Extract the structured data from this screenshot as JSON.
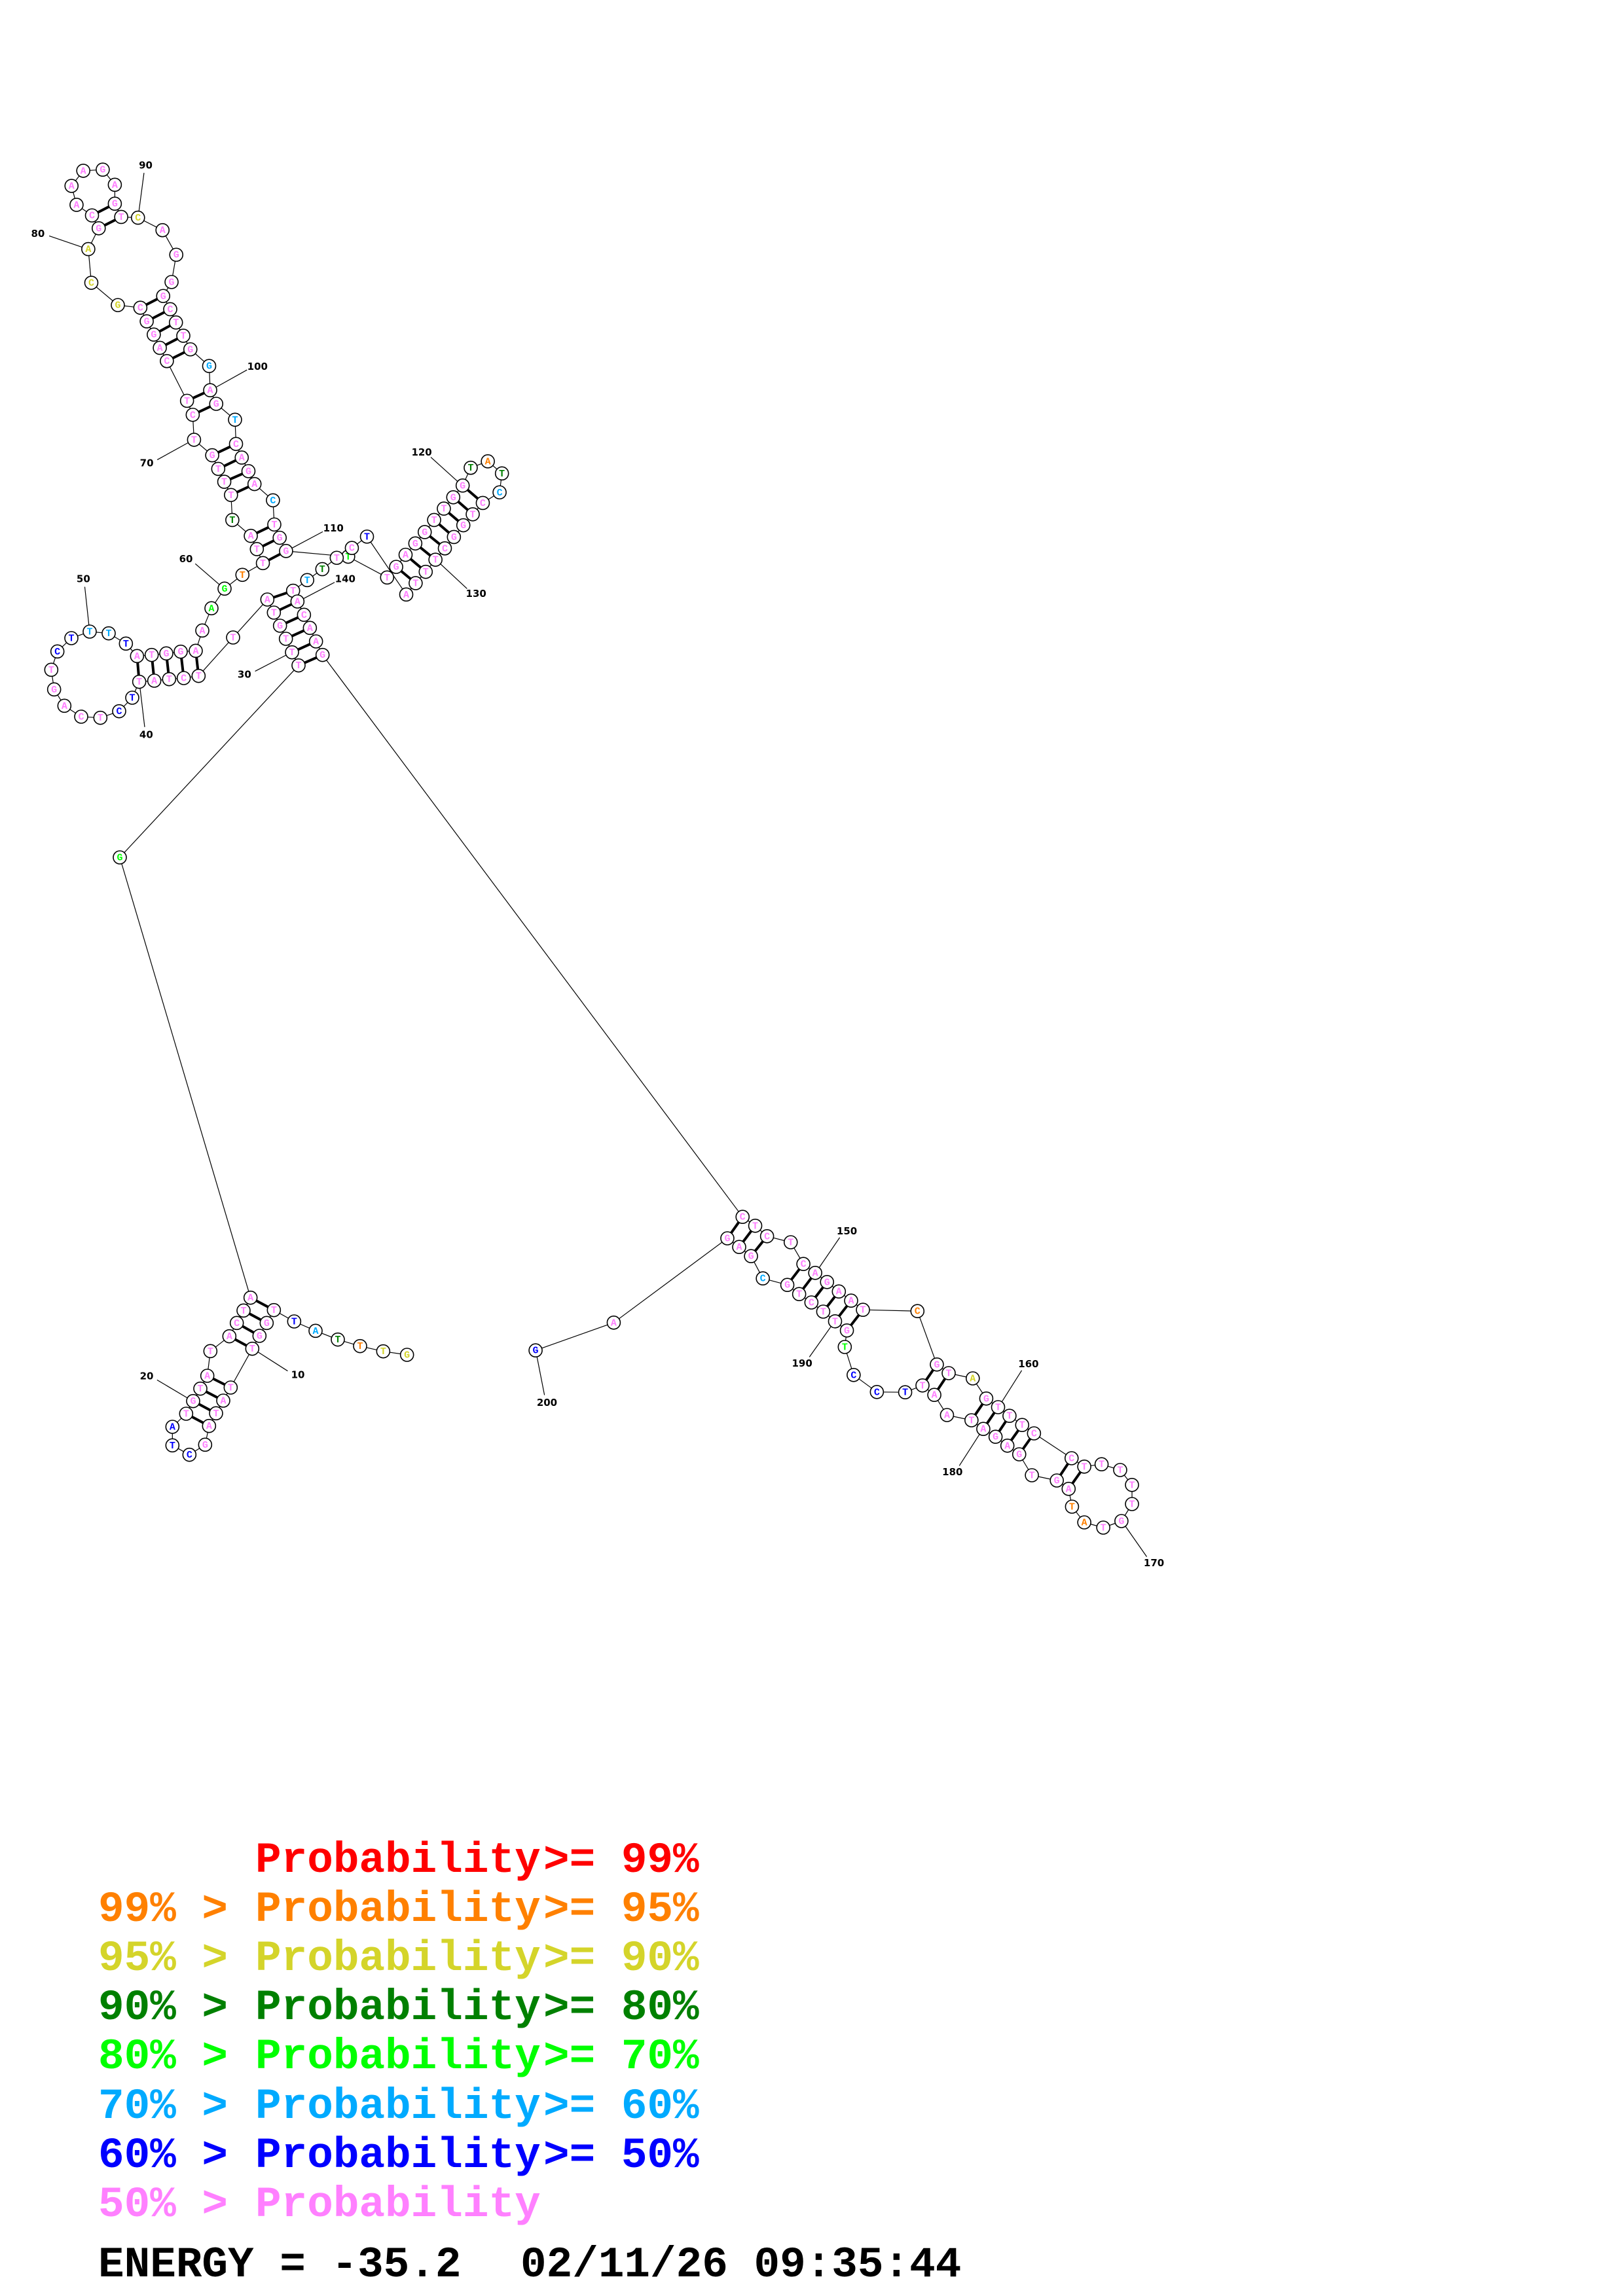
{
  "diagram": {
    "type": "RNA secondary structure",
    "sequence": "GTTTATTGGTTATAGCTATGTATACTAGTTTGTATTCTATTCTCAGTCTTTTATGGAAAGTTTATTTTGTCTCAGGCGCAGCAAAGAGTCAGGGCTTGGAGTCAGACTGGTTGAGGTTGGTATCCTGGCTTTATCTTTTACAAGCTCTCAGAATCGTAGTTTCCTTTTTGTATAGTGAGATAATTCCTGTTCTGCGAGAG",
    "position_labels": [
      10,
      20,
      30,
      40,
      50,
      60,
      70,
      80,
      90,
      100,
      110,
      120,
      130,
      140,
      150,
      160,
      170,
      180,
      190,
      200
    ],
    "pairs": [
      [
        7,
        27
      ],
      [
        8,
        26
      ],
      [
        9,
        25
      ],
      [
        10,
        24
      ],
      [
        11,
        22
      ],
      [
        12,
        21
      ],
      [
        13,
        20
      ],
      [
        14,
        19
      ],
      [
        29,
        144
      ],
      [
        30,
        143
      ],
      [
        31,
        142
      ],
      [
        32,
        141
      ],
      [
        33,
        140
      ],
      [
        34,
        139
      ],
      [
        36,
        57
      ],
      [
        37,
        56
      ],
      [
        38,
        55
      ],
      [
        39,
        54
      ],
      [
        40,
        53
      ],
      [
        62,
        110
      ],
      [
        63,
        109
      ],
      [
        64,
        108
      ],
      [
        66,
        106
      ],
      [
        67,
        105
      ],
      [
        68,
        104
      ],
      [
        69,
        103
      ],
      [
        71,
        101
      ],
      [
        72,
        100
      ],
      [
        73,
        98
      ],
      [
        74,
        97
      ],
      [
        75,
        96
      ],
      [
        76,
        95
      ],
      [
        77,
        94
      ],
      [
        81,
        89
      ],
      [
        82,
        88
      ],
      [
        113,
        132
      ],
      [
        114,
        131
      ],
      [
        115,
        130
      ],
      [
        116,
        129
      ],
      [
        117,
        128
      ],
      [
        118,
        127
      ],
      [
        119,
        126
      ],
      [
        120,
        125
      ],
      [
        145,
        198
      ],
      [
        146,
        197
      ],
      [
        147,
        196
      ],
      [
        149,
        194
      ],
      [
        150,
        193
      ],
      [
        151,
        192
      ],
      [
        152,
        191
      ],
      [
        153,
        190
      ],
      [
        154,
        189
      ],
      [
        156,
        184
      ],
      [
        157,
        183
      ],
      [
        159,
        181
      ],
      [
        160,
        180
      ],
      [
        161,
        179
      ],
      [
        162,
        178
      ],
      [
        163,
        177
      ],
      [
        164,
        175
      ],
      [
        165,
        174
      ]
    ],
    "default_class": "lt50",
    "class_overrides": {
      "1": "90-95",
      "2": "90-95",
      "3": "95-99",
      "4": "80-90",
      "5": "60-70",
      "6": "50-60",
      "16": "50-60",
      "17": "50-60",
      "18": "50-60",
      "28": "70-80",
      "41": "50-60",
      "42": "50-60",
      "48": "50-60",
      "49": "50-60",
      "50": "60-70",
      "51": "60-70",
      "52": "50-60",
      "59": "70-80",
      "60": "70-80",
      "61": "95-99",
      "65": "80-90",
      "78": "90-95",
      "79": "90-95",
      "80": "90-95",
      "90": "90-95",
      "99": "60-70",
      "102": "60-70",
      "107": "60-70",
      "111": "70-80",
      "121": "80-90",
      "122": "95-99",
      "123": "80-90",
      "124": "60-70",
      "134": "50-60",
      "137": "80-90",
      "138": "60-70",
      "155": "95-99",
      "158": "90-95",
      "172": "95-99",
      "173": "95-99",
      "185": "50-60",
      "186": "50-60",
      "187": "50-60",
      "188": "70-80",
      "195": "60-70",
      "200": "50-60"
    }
  },
  "class_colors": {
    "ge99": "#ff0000",
    "95-99": "#ff8000",
    "90-95": "#d4d42a",
    "80-90": "#008000",
    "70-80": "#00ff00",
    "60-70": "#00aaff",
    "50-60": "#0000ff",
    "lt50": "#ff80ff"
  },
  "legend": [
    {
      "class": "ge99",
      "prefix": "",
      "label": "Probability",
      "suffix": ">= 99%"
    },
    {
      "class": "95-99",
      "prefix": "99% >",
      "label": "Probability",
      "suffix": ">= 95%"
    },
    {
      "class": "90-95",
      "prefix": "95% >",
      "label": "Probability",
      "suffix": ">= 90%"
    },
    {
      "class": "80-90",
      "prefix": "90% >",
      "label": "Probability",
      "suffix": ">= 80%"
    },
    {
      "class": "70-80",
      "prefix": "80% >",
      "label": "Probability",
      "suffix": ">= 70%"
    },
    {
      "class": "60-70",
      "prefix": "70% >",
      "label": "Probability",
      "suffix": ">= 60%"
    },
    {
      "class": "50-60",
      "prefix": "60% >",
      "label": "Probability",
      "suffix": ">= 50%"
    },
    {
      "class": "lt50",
      "prefix": "50% >",
      "label": "Probability",
      "suffix": ""
    }
  ],
  "footer": {
    "energy_label": "ENERGY = -35.2",
    "timestamp": "02/11/26 09:35:44"
  }
}
